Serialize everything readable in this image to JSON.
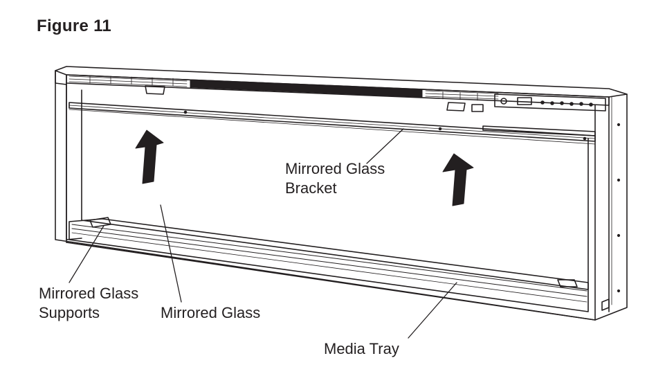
{
  "figure": {
    "title": "Figure 11"
  },
  "callouts": {
    "mirrored_glass_bracket": [
      "Mirrored Glass",
      "Bracket"
    ],
    "mirrored_glass_supports": [
      "Mirrored Glass",
      "Supports"
    ],
    "mirrored_glass": "Mirrored Glass",
    "media_tray": "Media Tray"
  },
  "colors": {
    "line": "#231f20",
    "arrow": "#231f20",
    "background": "#ffffff"
  },
  "icons": [
    "up-arrow-icon",
    "up-arrow-icon"
  ]
}
